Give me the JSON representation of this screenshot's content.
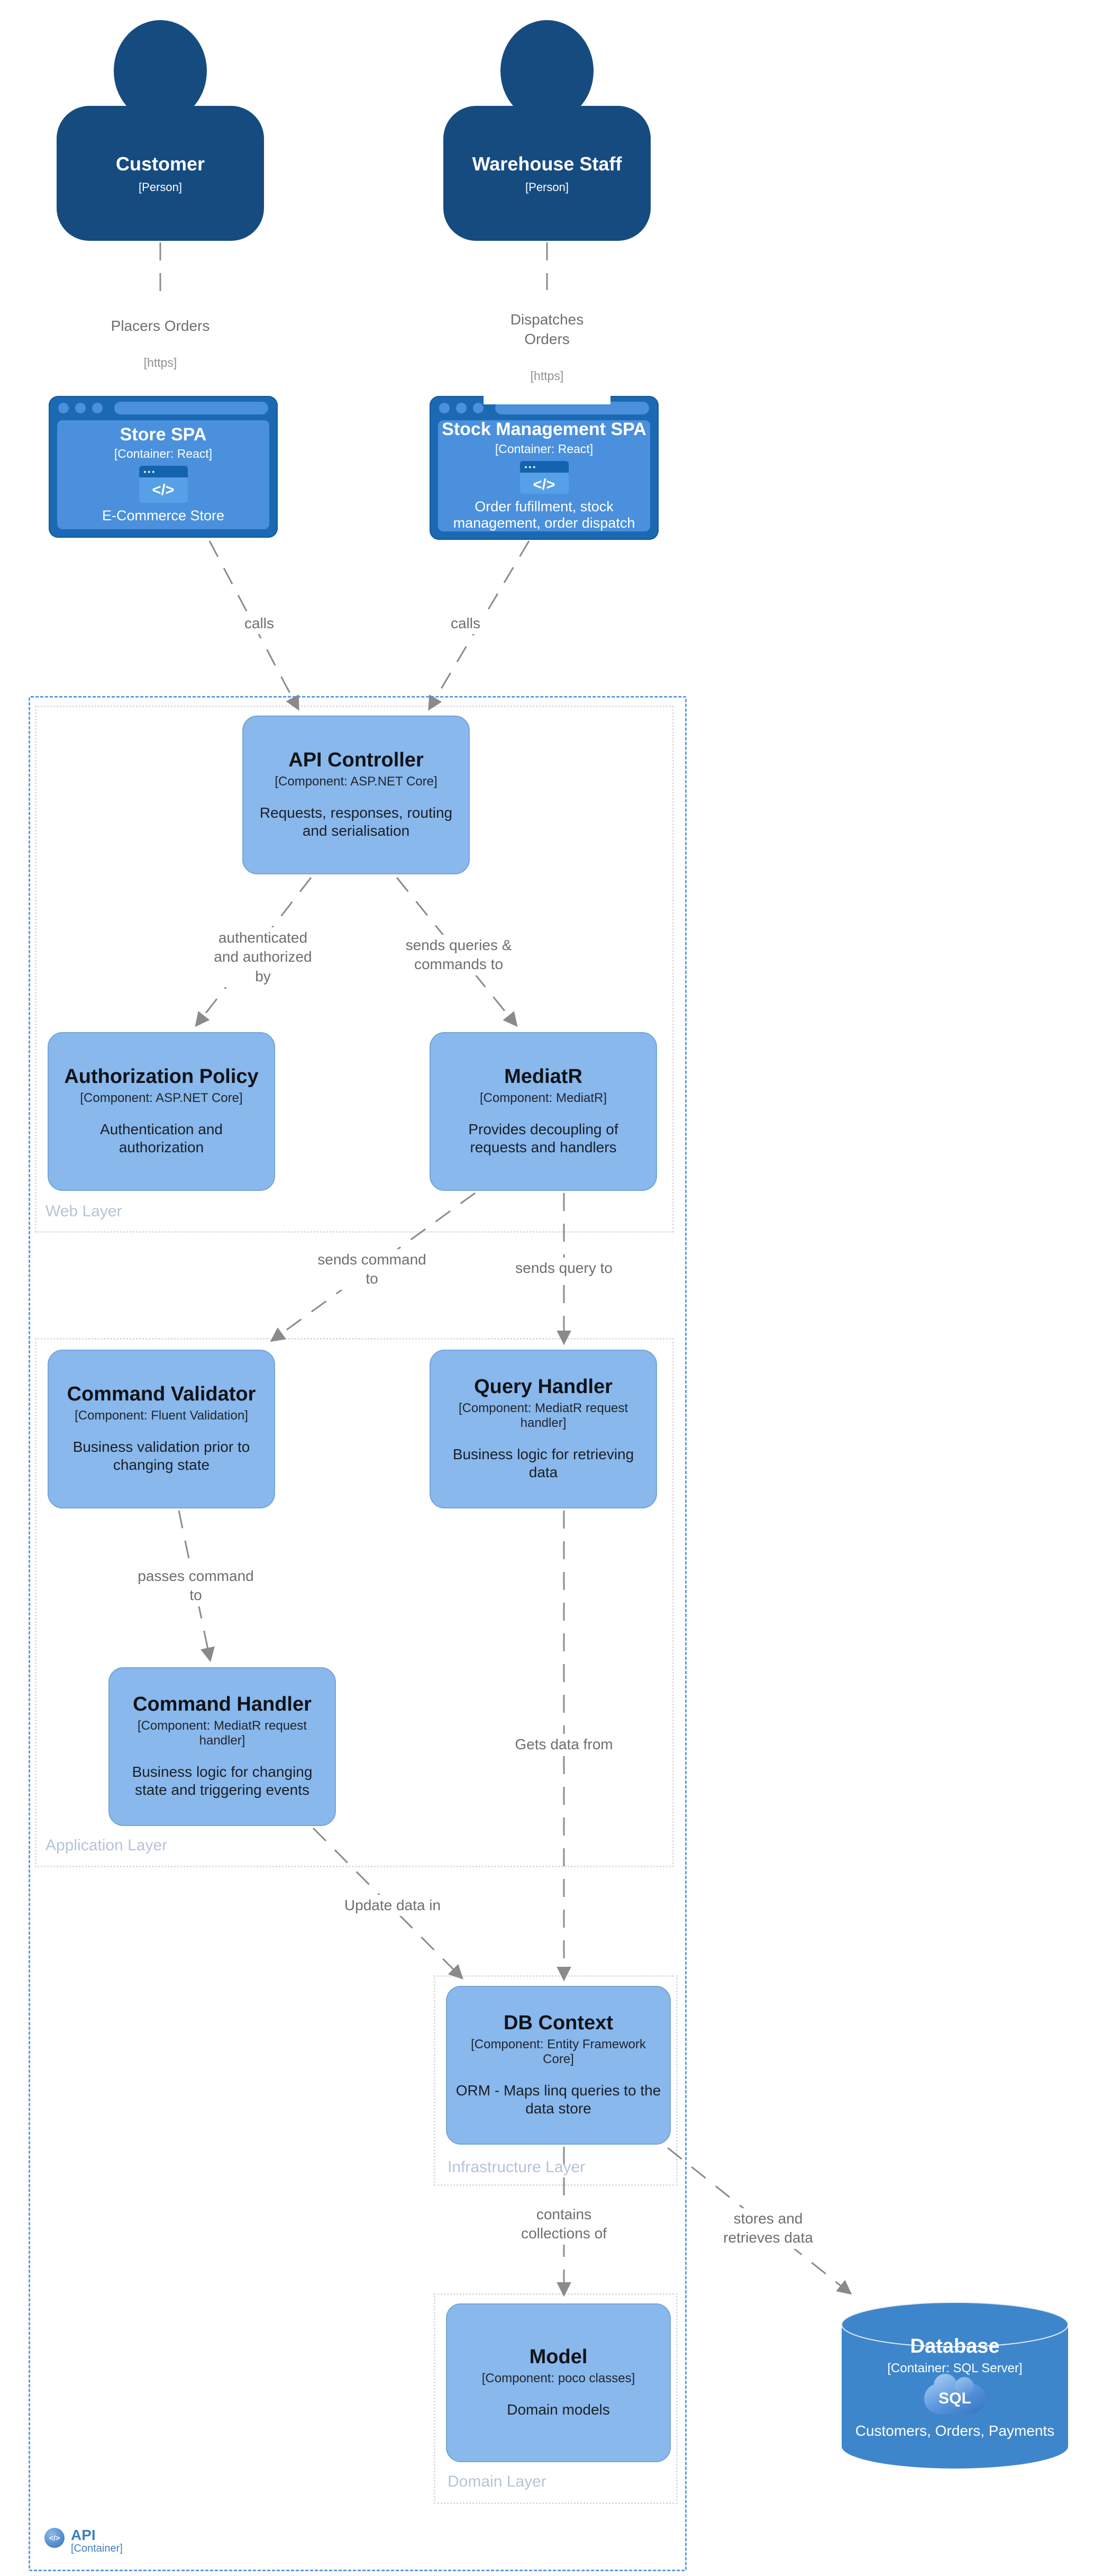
{
  "persons": [
    {
      "name": "Customer",
      "meta": "[Person]"
    },
    {
      "name": "Warehouse Staff",
      "meta": "[Person]"
    }
  ],
  "spas": [
    {
      "title": "Store SPA",
      "meta": "[Container: React]",
      "desc": "E-Commerce Store"
    },
    {
      "title": "Stock Management SPA",
      "meta": "[Container: React]",
      "desc": "Order fufillment, stock management, order dispatch"
    }
  ],
  "components": {
    "api_controller": {
      "title": "API Controller",
      "meta": "[Component: ASP.NET Core]",
      "desc": "Requests, responses, routing and serialisation"
    },
    "authorization_policy": {
      "title": "Authorization Policy",
      "meta": "[Component: ASP.NET Core]",
      "desc": "Authentication and authorization"
    },
    "mediatr": {
      "title": "MediatR",
      "meta": "[Component: MediatR]",
      "desc": "Provides decoupling of requests and handlers"
    },
    "command_validator": {
      "title": "Command Validator",
      "meta": "[Component: Fluent Validation]",
      "desc": "Business validation prior to changing state"
    },
    "query_handler": {
      "title": "Query Handler",
      "meta": "[Component: MediatR request handler]",
      "desc": "Business logic for retrieving data"
    },
    "command_handler": {
      "title": "Command Handler",
      "meta": "[Component: MediatR request handler]",
      "desc": "Business logic for changing state and triggering events"
    },
    "db_context": {
      "title": "DB Context",
      "meta": "[Component: Entity Framework Core]",
      "desc": "ORM - Maps linq queries to the data store"
    },
    "model": {
      "title": "Model",
      "meta": "[Component: poco classes]",
      "desc": "Domain models"
    }
  },
  "database": {
    "title": "Database",
    "meta": "[Container: SQL Server]",
    "icon_text": "SQL",
    "desc": "Customers, Orders, Payments"
  },
  "edges": {
    "places_orders": {
      "label": "Placers Orders",
      "meta": "[https]"
    },
    "dispatches_orders": {
      "label": [
        "Dispatches",
        "Orders"
      ],
      "meta": "[https]"
    },
    "calls_left": {
      "label": "calls"
    },
    "calls_right": {
      "label": "calls"
    },
    "auth": {
      "label": [
        "authenticated",
        "and authorized",
        "by"
      ]
    },
    "queries": {
      "label": [
        "sends queries &",
        "commands to"
      ]
    },
    "send_command": {
      "label": [
        "sends command",
        "to"
      ]
    },
    "send_query": {
      "label": "sends query to"
    },
    "passes": {
      "label": [
        "passes command",
        "to"
      ]
    },
    "gets_data": {
      "label": "Gets data from"
    },
    "update_data": {
      "label": "Update data in"
    },
    "contains": {
      "label": [
        "contains",
        "collections of"
      ]
    },
    "stores": {
      "label": [
        "stores and",
        "retrieves data"
      ]
    }
  },
  "layers": {
    "web": "Web Layer",
    "application": "Application Layer",
    "infrastructure": "Infrastructure Layer",
    "domain": "Domain Layer"
  },
  "boundary": {
    "name": "API",
    "meta": "[Container]"
  },
  "icons": {
    "code": "</>",
    "dots": "•••"
  },
  "colors": {
    "person": "#164B80",
    "browser_frame": "#1B69B3",
    "browser_inner": "#4A90DC",
    "component_fill": "#88B8EC",
    "database_fill": "#3E86CB",
    "boundary_dash": "#5C9CE0",
    "layer_dot": "#DCDCDC",
    "layer_label": "#B5C4D8",
    "edge": "#8a8a8a",
    "edge_label": "#6e6e6e",
    "api_tag": "#3E7FC1"
  }
}
